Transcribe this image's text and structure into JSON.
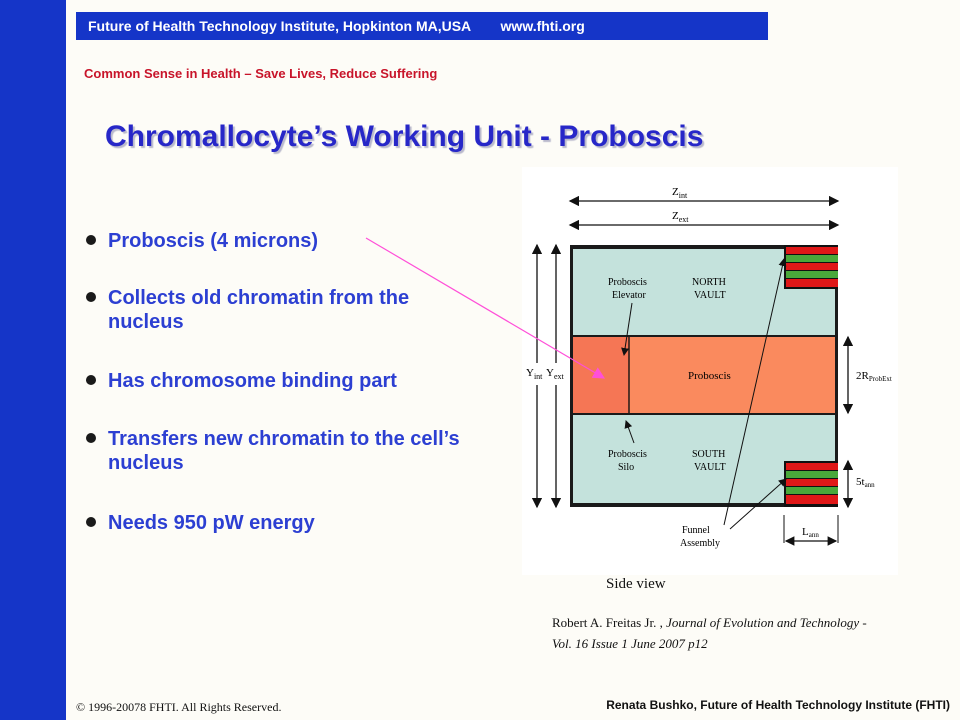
{
  "header": {
    "institute": "Future of Health Technology Institute, Hopkinton MA,USA",
    "url": "www.fhti.org"
  },
  "tagline": "Common Sense in Health – Save Lives, Reduce Suffering",
  "title": "Chromallocyte’s Working Unit - Proboscis",
  "bullets": [
    {
      "line1": "Proboscis (4 microns)",
      "line2": ""
    },
    {
      "line1": "Collects old chromatin from the",
      "line2": "nucleus"
    },
    {
      "line1": "Has chromosome binding part",
      "line2": ""
    },
    {
      "line1": "Transfers new chromatin to the cell’s",
      "line2": "nucleus"
    },
    {
      "line1": "Needs 950 pW energy",
      "line2": ""
    }
  ],
  "figure": {
    "labels": {
      "proboscis_elevator_1": "Proboscis",
      "proboscis_elevator_2": "Elevator",
      "north_vault_1": "NORTH",
      "north_vault_2": "VAULT",
      "proboscis": "Proboscis",
      "proboscis_silo_1": "Proboscis",
      "proboscis_silo_2": "Silo",
      "south_vault_1": "SOUTH",
      "south_vault_2": "VAULT",
      "funnel_1": "Funnel",
      "funnel_2": "Assembly",
      "z_int": "Z",
      "z_int_sub": "int",
      "z_ext": "Z",
      "z_ext_sub": "ext",
      "y_int": "Y",
      "y_int_sub": "int",
      "y_ext": "Y",
      "y_ext_sub": "ext",
      "r_probext": "2R",
      "r_probext_sub": "ProbExt",
      "t_ann": "5t",
      "t_ann_sub": "ann",
      "l_ann": "L",
      "l_ann_sub": "ann"
    }
  },
  "caption": "Side view",
  "citation": {
    "author": "Robert A. Freitas Jr. , ",
    "journal": "Journal of Evolution and Technology - Vol. 16 Issue 1 June 2007 p12"
  },
  "footer": {
    "copyright": "© 1996-20078 FHTI. All Rights Reserved.",
    "credit": "Renata Bushko, Future of Health Technology Institute (FHTI)"
  },
  "colors": {
    "sidebar_blue": "#1535c8",
    "tagline_red": "#c8142a",
    "title_blue": "#2727c8",
    "vault_teal": "#c4e2dc",
    "proboscis_orange": "#fa8a5e",
    "stripe_red": "#e01818",
    "stripe_green": "#4aa83a"
  }
}
